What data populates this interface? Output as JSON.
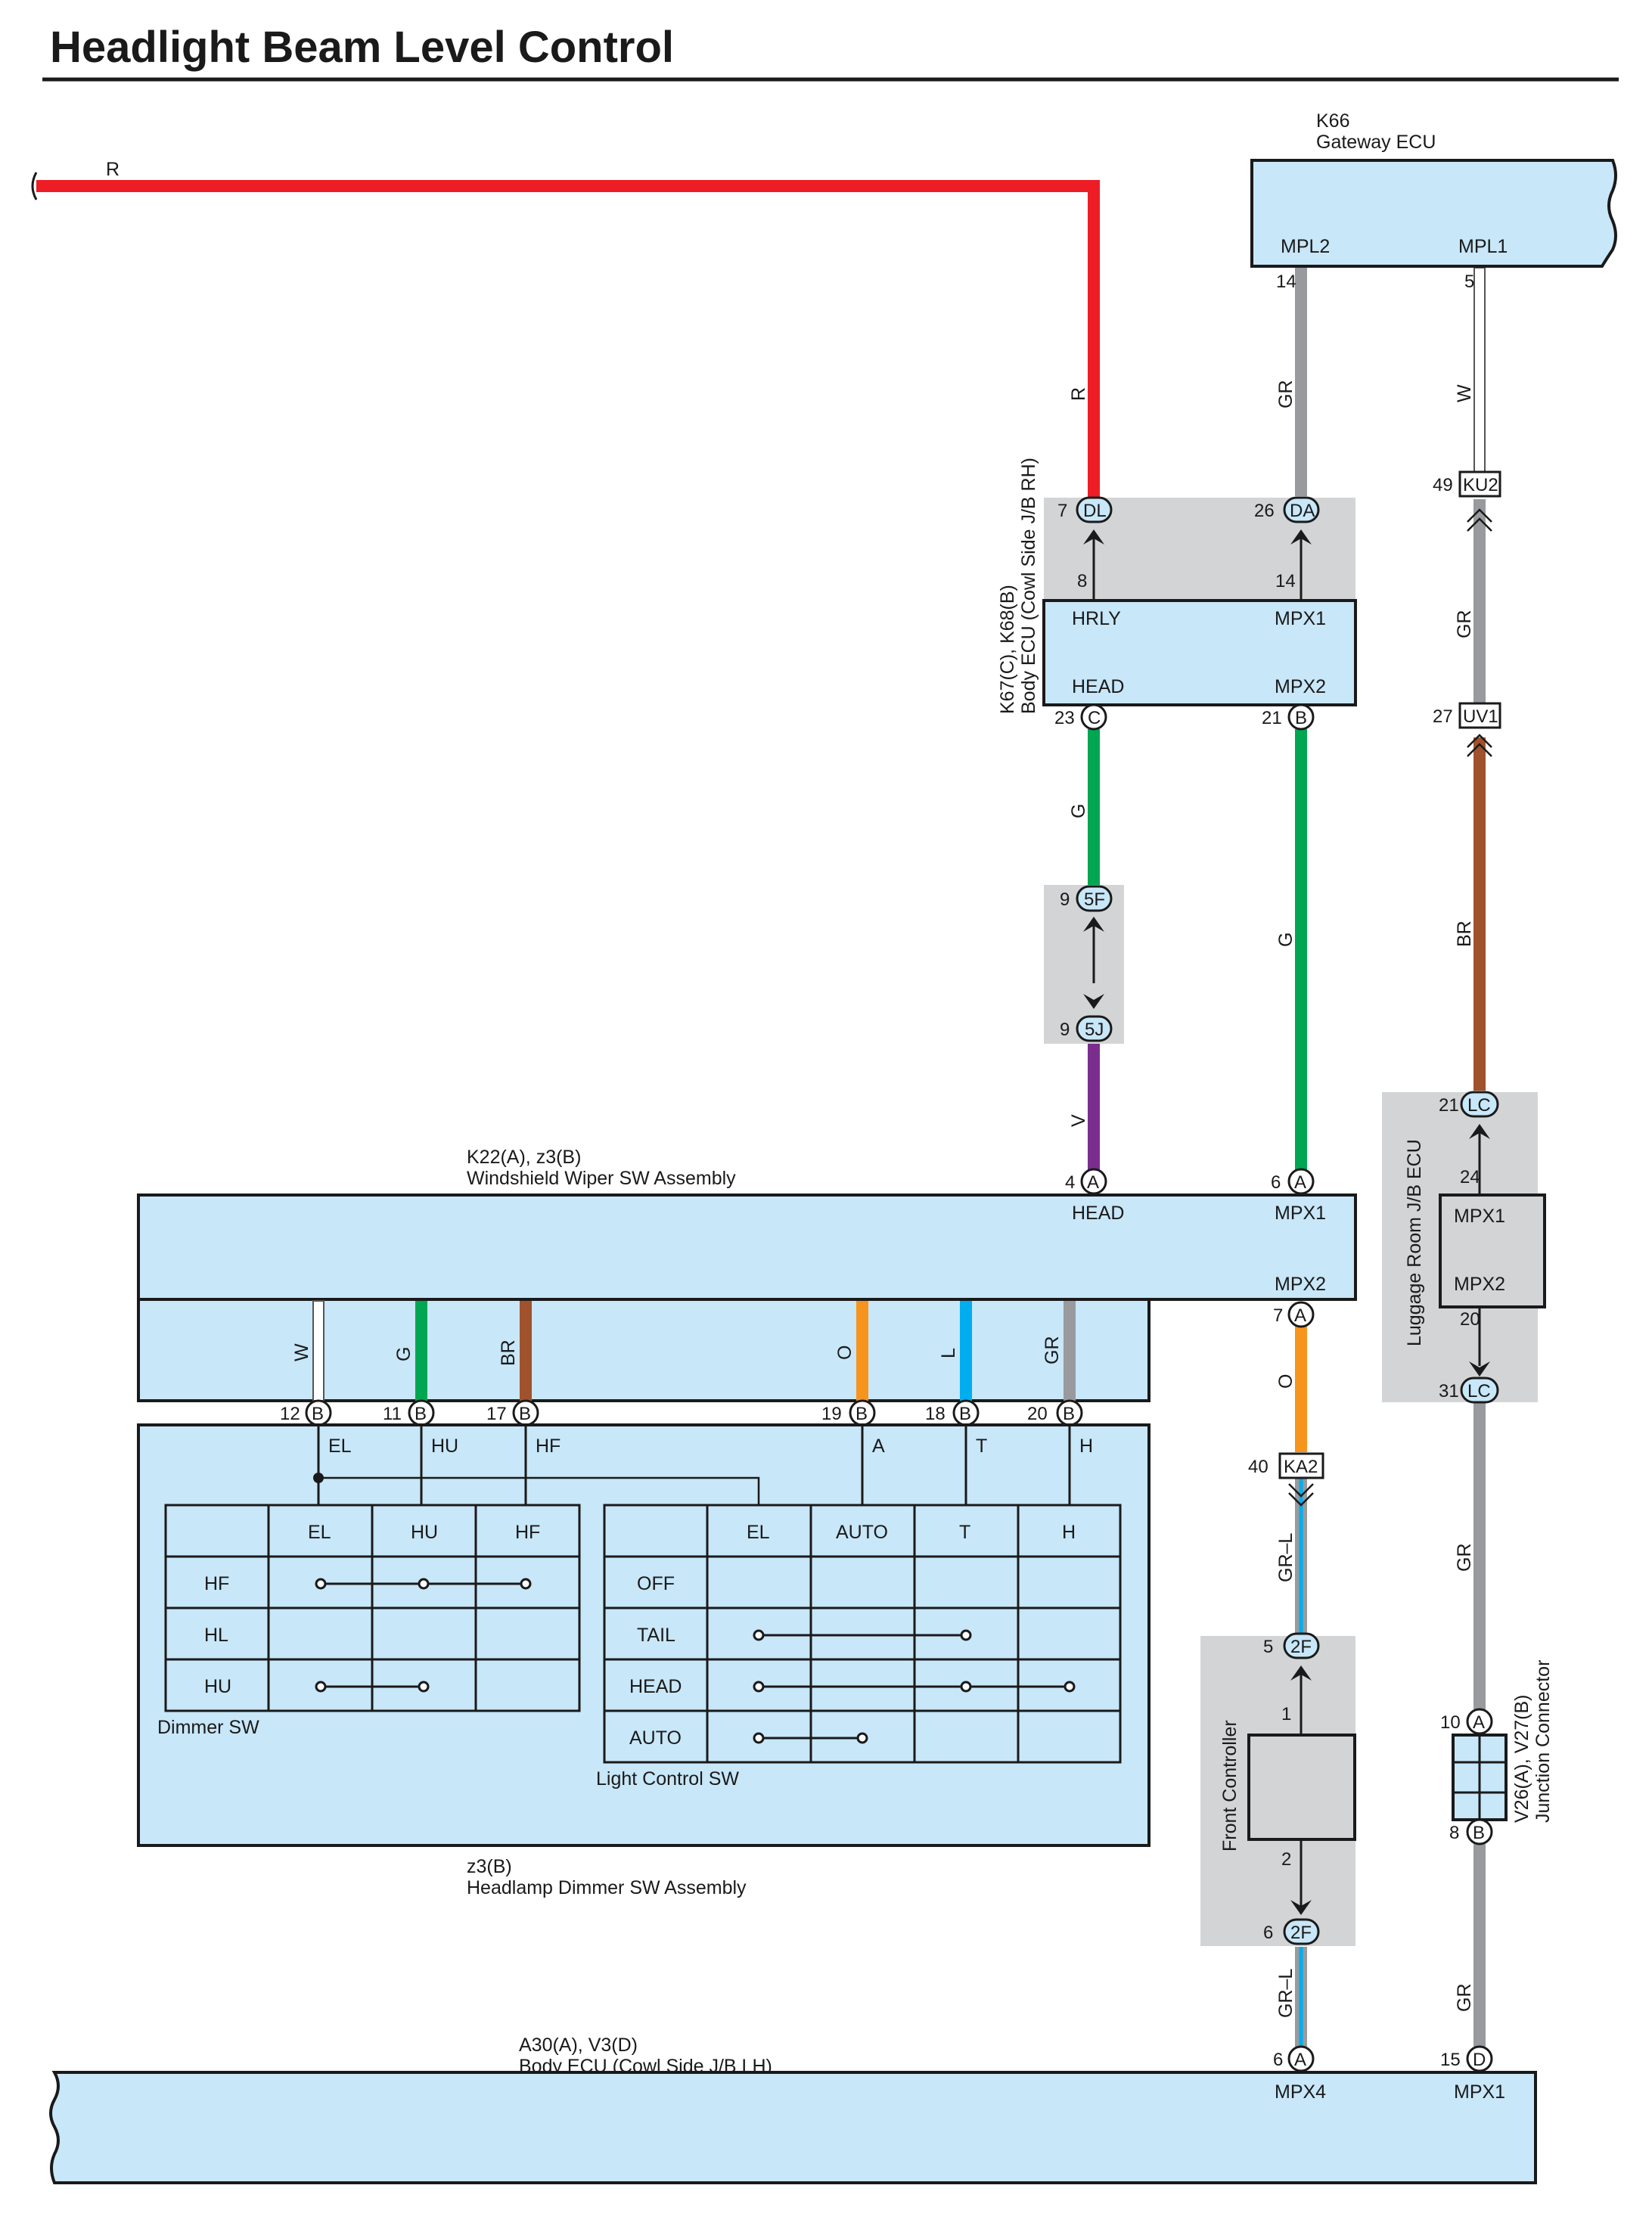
{
  "title": "Headlight Beam Level Control",
  "colors": {
    "R": "#ee1c25",
    "GR": "#999a9e",
    "W": "#ffffff",
    "G": "#00a651",
    "V": "#7b2d8e",
    "BR": "#a0522d",
    "O": "#f7941d",
    "L": "#00aeef",
    "box_fill": "#c8e7f8",
    "junction_fill": "#d3d4d6"
  },
  "components": {
    "gateway": {
      "code": "K66",
      "name": "Gateway ECU",
      "pins": [
        "MPL2",
        "MPL1"
      ]
    },
    "body_ecu_rh": {
      "code": "K67(C), K68(B)",
      "name": "Body ECU (Cowl Side J/B RH)",
      "pins": [
        "HRLY",
        "MPX1",
        "HEAD",
        "MPX2"
      ]
    },
    "wiper_sw": {
      "code": "K22(A), z3(B)",
      "name": "Windshield Wiper SW Assembly",
      "pins": [
        "HEAD",
        "MPX1",
        "MPX2"
      ]
    },
    "dimmer_sw_assy": {
      "code": "z3(B)",
      "name": "Headlamp Dimmer SW Assembly",
      "pins": [
        "EL",
        "HU",
        "HF",
        "A",
        "T",
        "H"
      ]
    },
    "body_ecu_lh": {
      "code": "A30(A), V3(D)",
      "name": "Body ECU (Cowl Side J/B LH)",
      "pins": [
        "MPX4",
        "MPX1"
      ]
    },
    "luggage_ecu": {
      "name": "Luggage Room J/B ECU",
      "pins": [
        "MPX1",
        "MPX2"
      ]
    },
    "front_controller": {
      "name": "Front Controller"
    },
    "junction_conn": {
      "code": "V26(A), V27(B)",
      "name": "Junction Connector"
    }
  },
  "dimmer_table": {
    "caption": "Dimmer SW",
    "columns": [
      "EL",
      "HU",
      "HF"
    ],
    "rows": [
      "HF",
      "HL",
      "HU"
    ]
  },
  "light_table": {
    "caption": "Light Control SW",
    "columns": [
      "EL",
      "AUTO",
      "T",
      "H"
    ],
    "rows": [
      "OFF",
      "TAIL",
      "HEAD",
      "AUTO"
    ]
  },
  "wires": [
    "R",
    "GR",
    "W",
    "GR",
    "BR",
    "G",
    "G",
    "V",
    "W",
    "G",
    "BR",
    "O",
    "L",
    "GR",
    "O",
    "GR–L",
    "GR–L",
    "GR",
    "GR"
  ],
  "connectors": [
    "DL",
    "DA",
    "KU2",
    "C",
    "B",
    "UV1",
    "5F",
    "5J",
    "A",
    "LC",
    "KA2",
    "2F",
    "D"
  ],
  "pin_numbers": [
    "14",
    "5",
    "7",
    "26",
    "49",
    "8",
    "14",
    "23",
    "21",
    "27",
    "9",
    "9",
    "4",
    "6",
    "21",
    "24",
    "7",
    "20",
    "31",
    "12",
    "11",
    "17",
    "19",
    "18",
    "20",
    "40",
    "5",
    "1",
    "2",
    "6",
    "10",
    "8",
    "6",
    "15"
  ]
}
